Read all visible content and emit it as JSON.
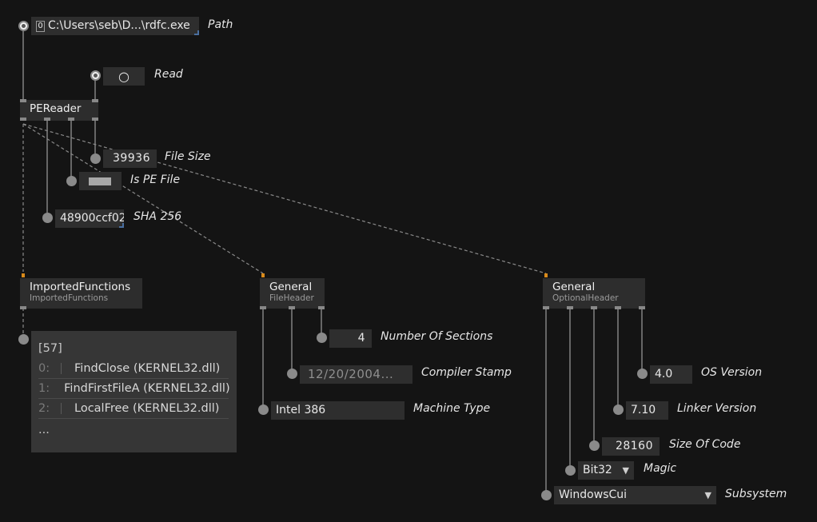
{
  "path": {
    "prefix": "0",
    "value": "C:\\Users\\seb\\D...\\rdfc.exe",
    "label": "Path"
  },
  "read": {
    "label": "Read"
  },
  "pereader": {
    "title": "PEReader"
  },
  "file_size": {
    "value": "39936",
    "label": "File Size"
  },
  "is_pe": {
    "label": "Is PE File"
  },
  "sha": {
    "value": "48900ccf02",
    "label": "SHA 256"
  },
  "imported": {
    "title": "ImportedFunctions",
    "subtitle": "ImportedFunctions",
    "count": "[57]",
    "items": [
      {
        "index": "0:",
        "name": "FindClose (KERNEL32.dll)"
      },
      {
        "index": "1:",
        "name": "FindFirstFileA (KERNEL32.dll)"
      },
      {
        "index": "2:",
        "name": "LocalFree (KERNEL32.dll)"
      }
    ],
    "more": "..."
  },
  "file_header": {
    "title": "General",
    "subtitle": "FileHeader",
    "num_sections": {
      "value": "4",
      "label": "Number Of Sections"
    },
    "compiler_stamp": {
      "value": "12/20/2004...",
      "label": "Compiler Stamp"
    },
    "machine_type": {
      "value": "Intel 386",
      "label": "Machine Type"
    }
  },
  "optional_header": {
    "title": "General",
    "subtitle": "OptionalHeader",
    "os_version": {
      "value": "4.0",
      "label": "OS Version"
    },
    "linker_version": {
      "value": "7.10",
      "label": "Linker Version"
    },
    "size_of_code": {
      "value": "28160",
      "label": "Size Of Code"
    },
    "magic": {
      "value": "Bit32",
      "label": "Magic"
    },
    "subsystem": {
      "value": "WindowsCui",
      "label": "Subsystem"
    }
  },
  "icons": {
    "dropdown": "▼",
    "toggle": "○"
  }
}
